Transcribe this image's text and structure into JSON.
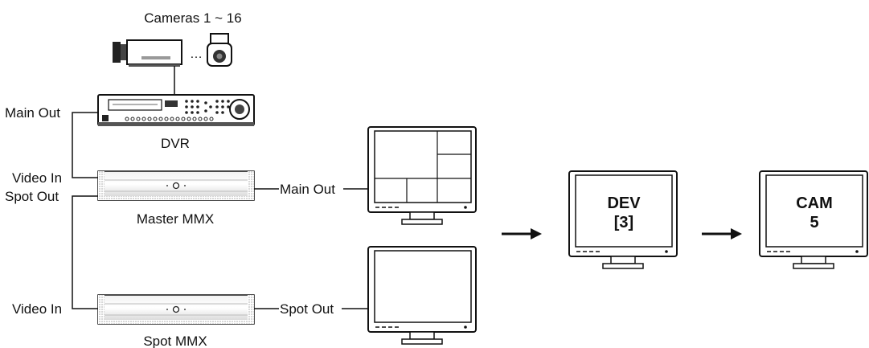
{
  "labels": {
    "cameras": "Cameras 1 ~ 16",
    "camera_ellipsis": "…",
    "dvr": "DVR",
    "dvr_main_out": "Main Out",
    "master_video_in": "Video In",
    "master_spot_out": "Spot Out",
    "master_mmx": "Master MMX",
    "master_main_out": "Main Out",
    "spot_video_in": "Video In",
    "spot_mmx": "Spot MMX",
    "spot_spot_out": "Spot Out"
  },
  "screens": {
    "dev_line1": "DEV",
    "dev_line2": "[3]",
    "cam_line1": "CAM",
    "cam_line2": "5"
  }
}
